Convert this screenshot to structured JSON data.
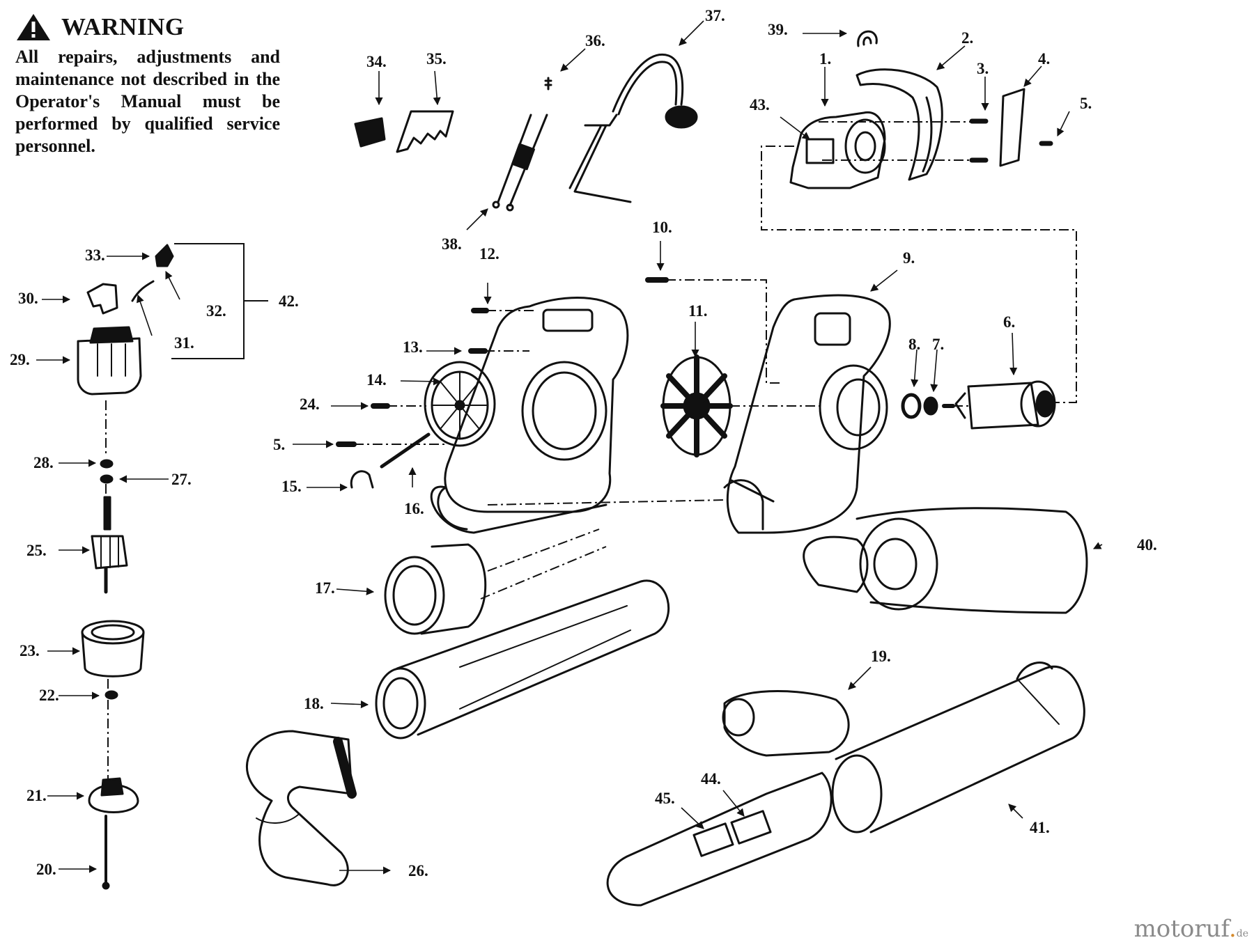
{
  "warning": {
    "title": "WARNING",
    "text": "All repairs, adjustments and maintenance not described in the Operator's Manual must be performed by qualified service personnel."
  },
  "labels": {
    "p1": "1.",
    "p2": "2.",
    "p3": "3.",
    "p4": "4.",
    "p5a": "5.",
    "p5b": "5.",
    "p6": "6.",
    "p7": "7.",
    "p8": "8.",
    "p9": "9.",
    "p10": "10.",
    "p11": "11.",
    "p12": "12.",
    "p13": "13.",
    "p14": "14.",
    "p15": "15.",
    "p16": "16.",
    "p17": "17.",
    "p18": "18.",
    "p19": "19.",
    "p20": "20.",
    "p21": "21.",
    "p22": "22.",
    "p23": "23.",
    "p24": "24.",
    "p25": "25.",
    "p26": "26.",
    "p27": "27.",
    "p28": "28.",
    "p29": "29.",
    "p30": "30.",
    "p31": "31.",
    "p32": "32.",
    "p33": "33.",
    "p34": "34.",
    "p35": "35.",
    "p36": "36.",
    "p37": "37.",
    "p38": "38.",
    "p39": "39.",
    "p40": "40.",
    "p41": "41.",
    "p42": "42.",
    "p43": "43.",
    "p44": "44.",
    "p45": "45."
  },
  "watermark": {
    "main": "motoruf",
    "dot": ".",
    "tld": "de"
  },
  "colors": {
    "ink": "#111111",
    "watermark": "#8a8a8a",
    "watermark_accent": "#d58a2b"
  }
}
